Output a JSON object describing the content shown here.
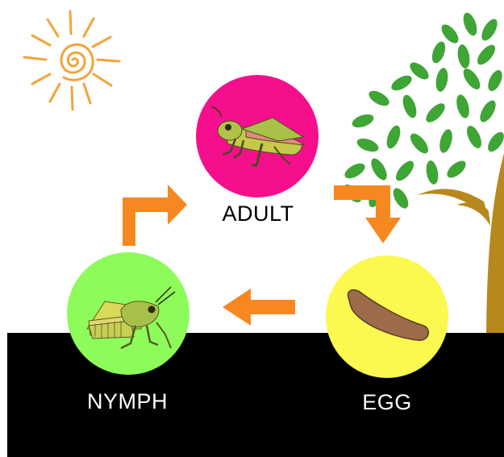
{
  "stages": {
    "adult": "ADULT",
    "egg": "EGG",
    "nymph": "NYMPH"
  },
  "colors": {
    "adult_circle": "#f50f8c",
    "egg_circle": "#fbf94f",
    "nymph_circle": "#8dfc5a",
    "arrow": "#f7881f",
    "ground": "#000000",
    "sun": "#f3a43a",
    "leaf": "#3fa535",
    "trunk": "#b7881d"
  },
  "icons": [
    "sun-icon",
    "tree-icon",
    "grasshopper-adult-icon",
    "grasshopper-nymph-icon",
    "egg-icon"
  ]
}
